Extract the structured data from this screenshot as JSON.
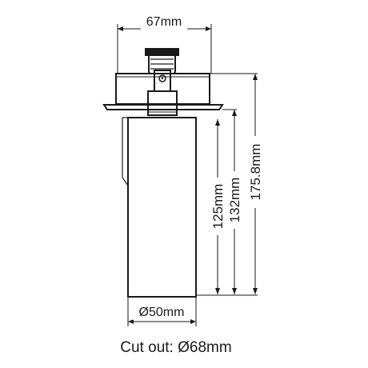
{
  "dimensions": {
    "top_width": "67mm",
    "height_body": "125mm",
    "height_mid": "132mm",
    "height_total": "175.8mm",
    "diameter": "Ø50mm"
  },
  "cutout_label": "Cut out: Ø68mm",
  "colors": {
    "stroke": "#1a1a1a",
    "background": "#ffffff"
  }
}
